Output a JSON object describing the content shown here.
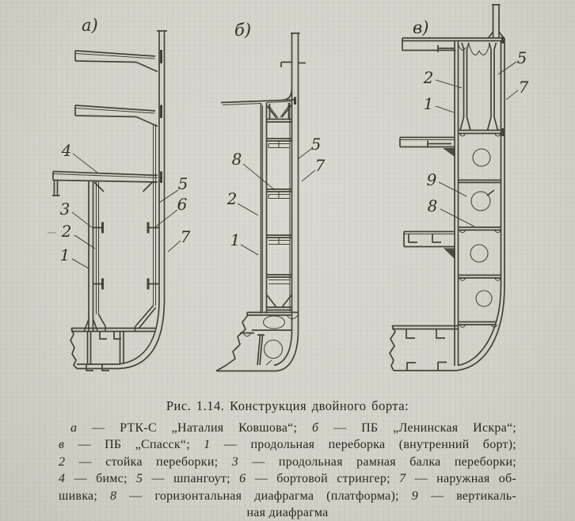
{
  "colors": {
    "paper": "#d4d2ca",
    "ink": "#3a372d"
  },
  "figure": {
    "panel_a": {
      "label": "а)",
      "callouts": {
        "n4": "4",
        "n3": "3",
        "n2": "2",
        "n1": "1",
        "n5": "5",
        "n6": "6",
        "n7": "7"
      }
    },
    "panel_b": {
      "label": "б)",
      "callouts": {
        "n8": "8",
        "n5": "5",
        "n7": "7",
        "n2": "2",
        "n1": "1"
      }
    },
    "panel_v": {
      "label": "в)",
      "callouts": {
        "n2": "2",
        "n1": "1",
        "n5": "5",
        "n7": "7",
        "n9": "9",
        "n8": "8"
      }
    }
  },
  "caption": {
    "title": "Рис. 1.14. Конструкция двойного борта:",
    "legend": {
      "l1": {
        "m1": "а",
        "t1": " — РТК-С „Наталия Ковшова“; ",
        "m2": "б",
        "t2": " — ПБ „Ленинская Искра“;"
      },
      "l2": {
        "m1": "в",
        "t1": " — ПБ „Спасск“; ",
        "m2": "1",
        "t2": " — продольная переборка (внутренний борт);"
      },
      "l3": {
        "m1": "2",
        "t1": " — стойка переборки; ",
        "m2": "3",
        "t2": " — продольная рамная балка переборки;"
      },
      "l4": {
        "m1": "4",
        "t1": " — бимс; ",
        "m2": "5",
        "t2": " — шпангоут; ",
        "m3": "6",
        "t3": " — бортовой стрингер; ",
        "m4": "7",
        "t4": " — наружная об-"
      },
      "l5": {
        "t0": "шивка; ",
        "m1": "8",
        "t1": " — горизонтальная диафрагма (платформа); ",
        "m2": "9",
        "t2": " — вертикаль-"
      },
      "l6": {
        "t0": "ная диафрагма"
      }
    }
  }
}
